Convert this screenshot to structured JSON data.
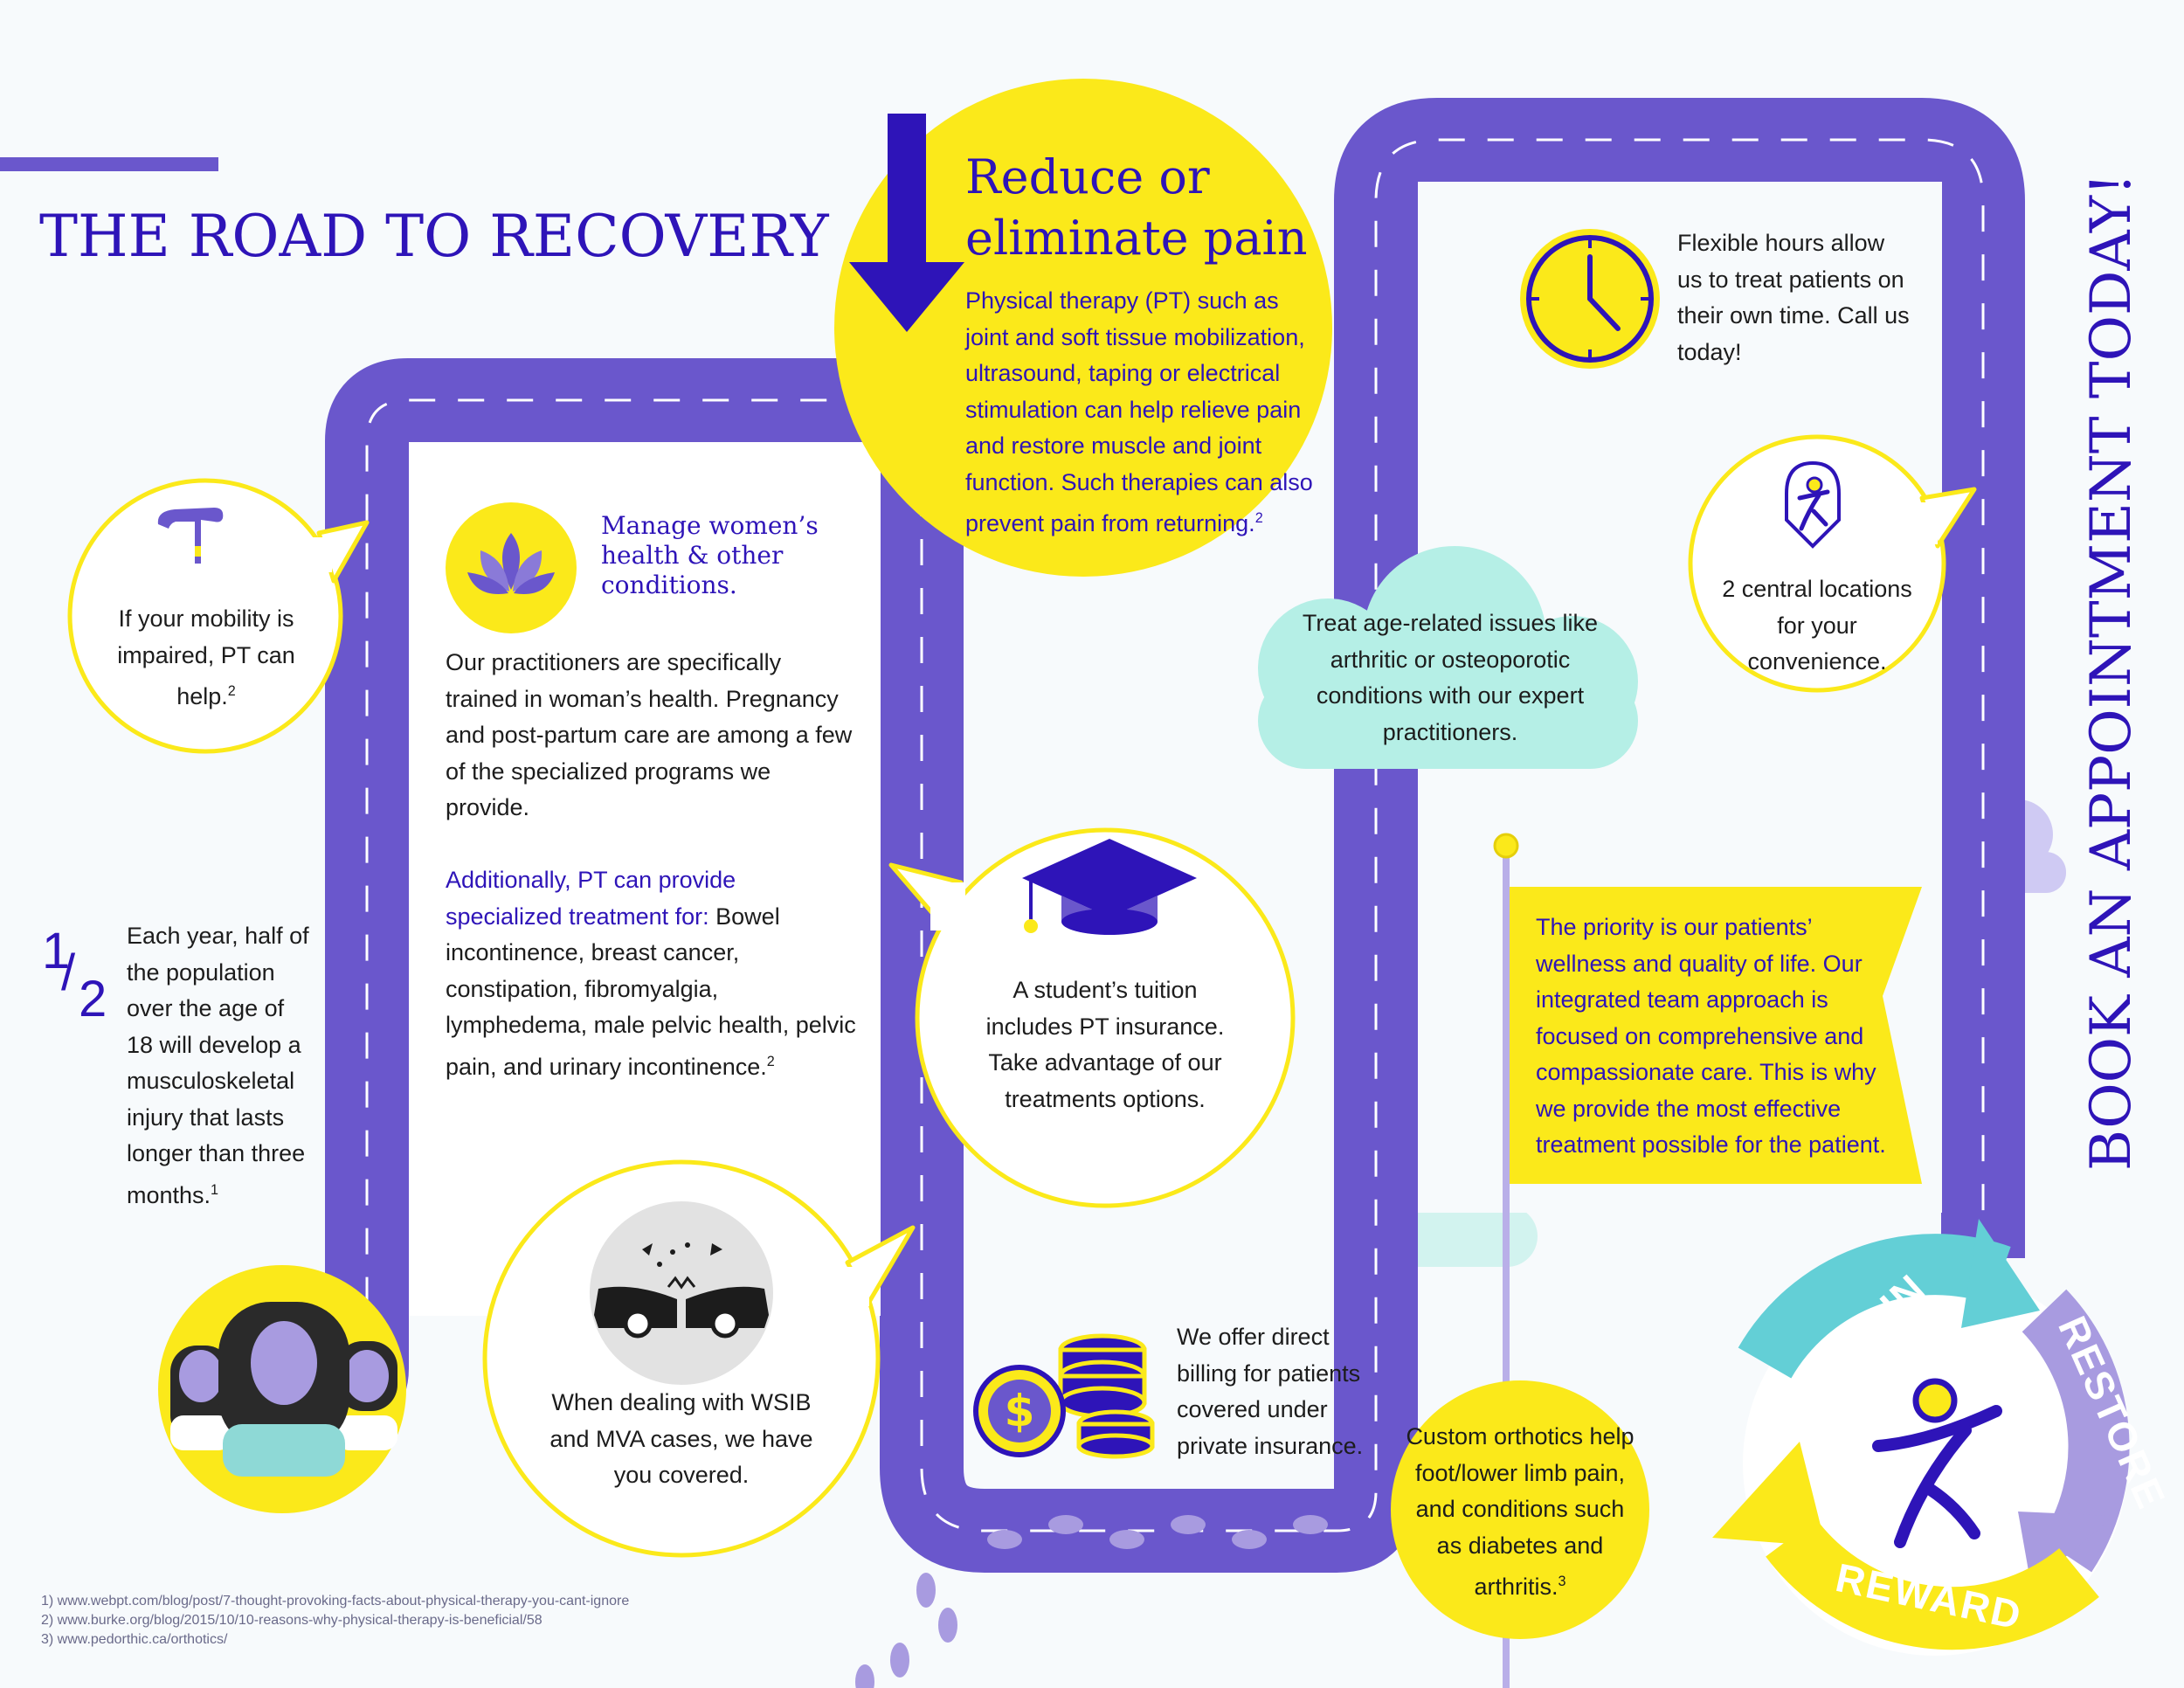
{
  "title": "THE ROAD TO RECOVERY",
  "side_title": "BOOK AN APPOINTMENT TODAY!",
  "colors": {
    "road": "#6a57cc",
    "road_dark": "#5744be",
    "lane": "#ffffff",
    "yellow": "#fbe91a",
    "title_purple": "#2e14b8",
    "teal_cloud": "#b5efe6",
    "teal_arrow": "#63cfd6",
    "lavender_arrow": "#a89be0"
  },
  "mobility": {
    "icon": "cane-icon",
    "text": "If your mobility is impaired, PT can help.",
    "ref": "2"
  },
  "half_stat": {
    "fraction_num": "1",
    "fraction_den": "2",
    "text": "Each year, half of the population over the age of 18 will develop a musculoskeletal injury that lasts longer than three months.",
    "ref": "1",
    "icon": "people-group-icon"
  },
  "womens_health": {
    "icon": "lotus-icon",
    "heading": "Manage women’s health & other conditions.",
    "body": "Our practitioners are specifically trained in woman’s health. Pregnancy and post-partum care are among a few of the specialized programs we provide.",
    "highlight": "Additionally, PT can provide specialized treatment for:",
    "list_text": "Bowel incontinence, breast cancer, constipation, fibromyalgia, lymphedema, male pelvic health, pelvic pain, and urinary incontinence.",
    "ref": "2"
  },
  "wsib": {
    "icon": "car-crash-icon",
    "text": "When dealing with WSIB and MVA cases, we have you covered."
  },
  "reduce_pain": {
    "heading_line1": "Reduce or",
    "heading_line2": "eliminate pain",
    "body": "Physical therapy (PT) such as joint and soft tissue mobilization, ultrasound, taping or electrical stimulation can help relieve pain and restore muscle and joint function. Such therapies can also prevent pain from returning.",
    "ref": "2",
    "icon": "down-arrow-icon"
  },
  "student": {
    "icon": "graduation-cap-icon",
    "text": "A student’s tuition includes PT insurance. Take advantage of our treatments options."
  },
  "billing": {
    "icon": "coins-icon",
    "text": "We offer direct billing for patients covered under private insurance."
  },
  "age_issues": {
    "text": "Treat age-related issues like arthritic or osteoporotic conditions with our expert practitioners."
  },
  "hours": {
    "icon": "clock-icon",
    "text": "Flexible hours allow us to treat patients on their own time. Call us today!"
  },
  "locations": {
    "icon": "location-pin-icon",
    "text": "2 central locations for your convenience."
  },
  "priority": {
    "text": "The priority is our patients’ wellness and quality of life. Our integrated team approach is focused on comprehensive and compassionate care. This is why we provide the most effective treatment possible for the patient."
  },
  "orthotics": {
    "text": "Custom orthotics help foot/lower limb pain, and conditions such as diabetes and arthritis.",
    "ref": "3"
  },
  "cycle": {
    "retain": "RETAIN",
    "restore": "RESTORE",
    "reward": "REWARD",
    "icon": "person-logo-icon"
  },
  "footnotes": [
    "1) www.webpt.com/blog/post/7-thought-provoking-facts-about-physical-therapy-you-cant-ignore",
    "2) www.burke.org/blog/2015/10/10-reasons-why-physical-therapy-is-beneficial/58",
    "3) www.pedorthic.ca/orthotics/"
  ]
}
